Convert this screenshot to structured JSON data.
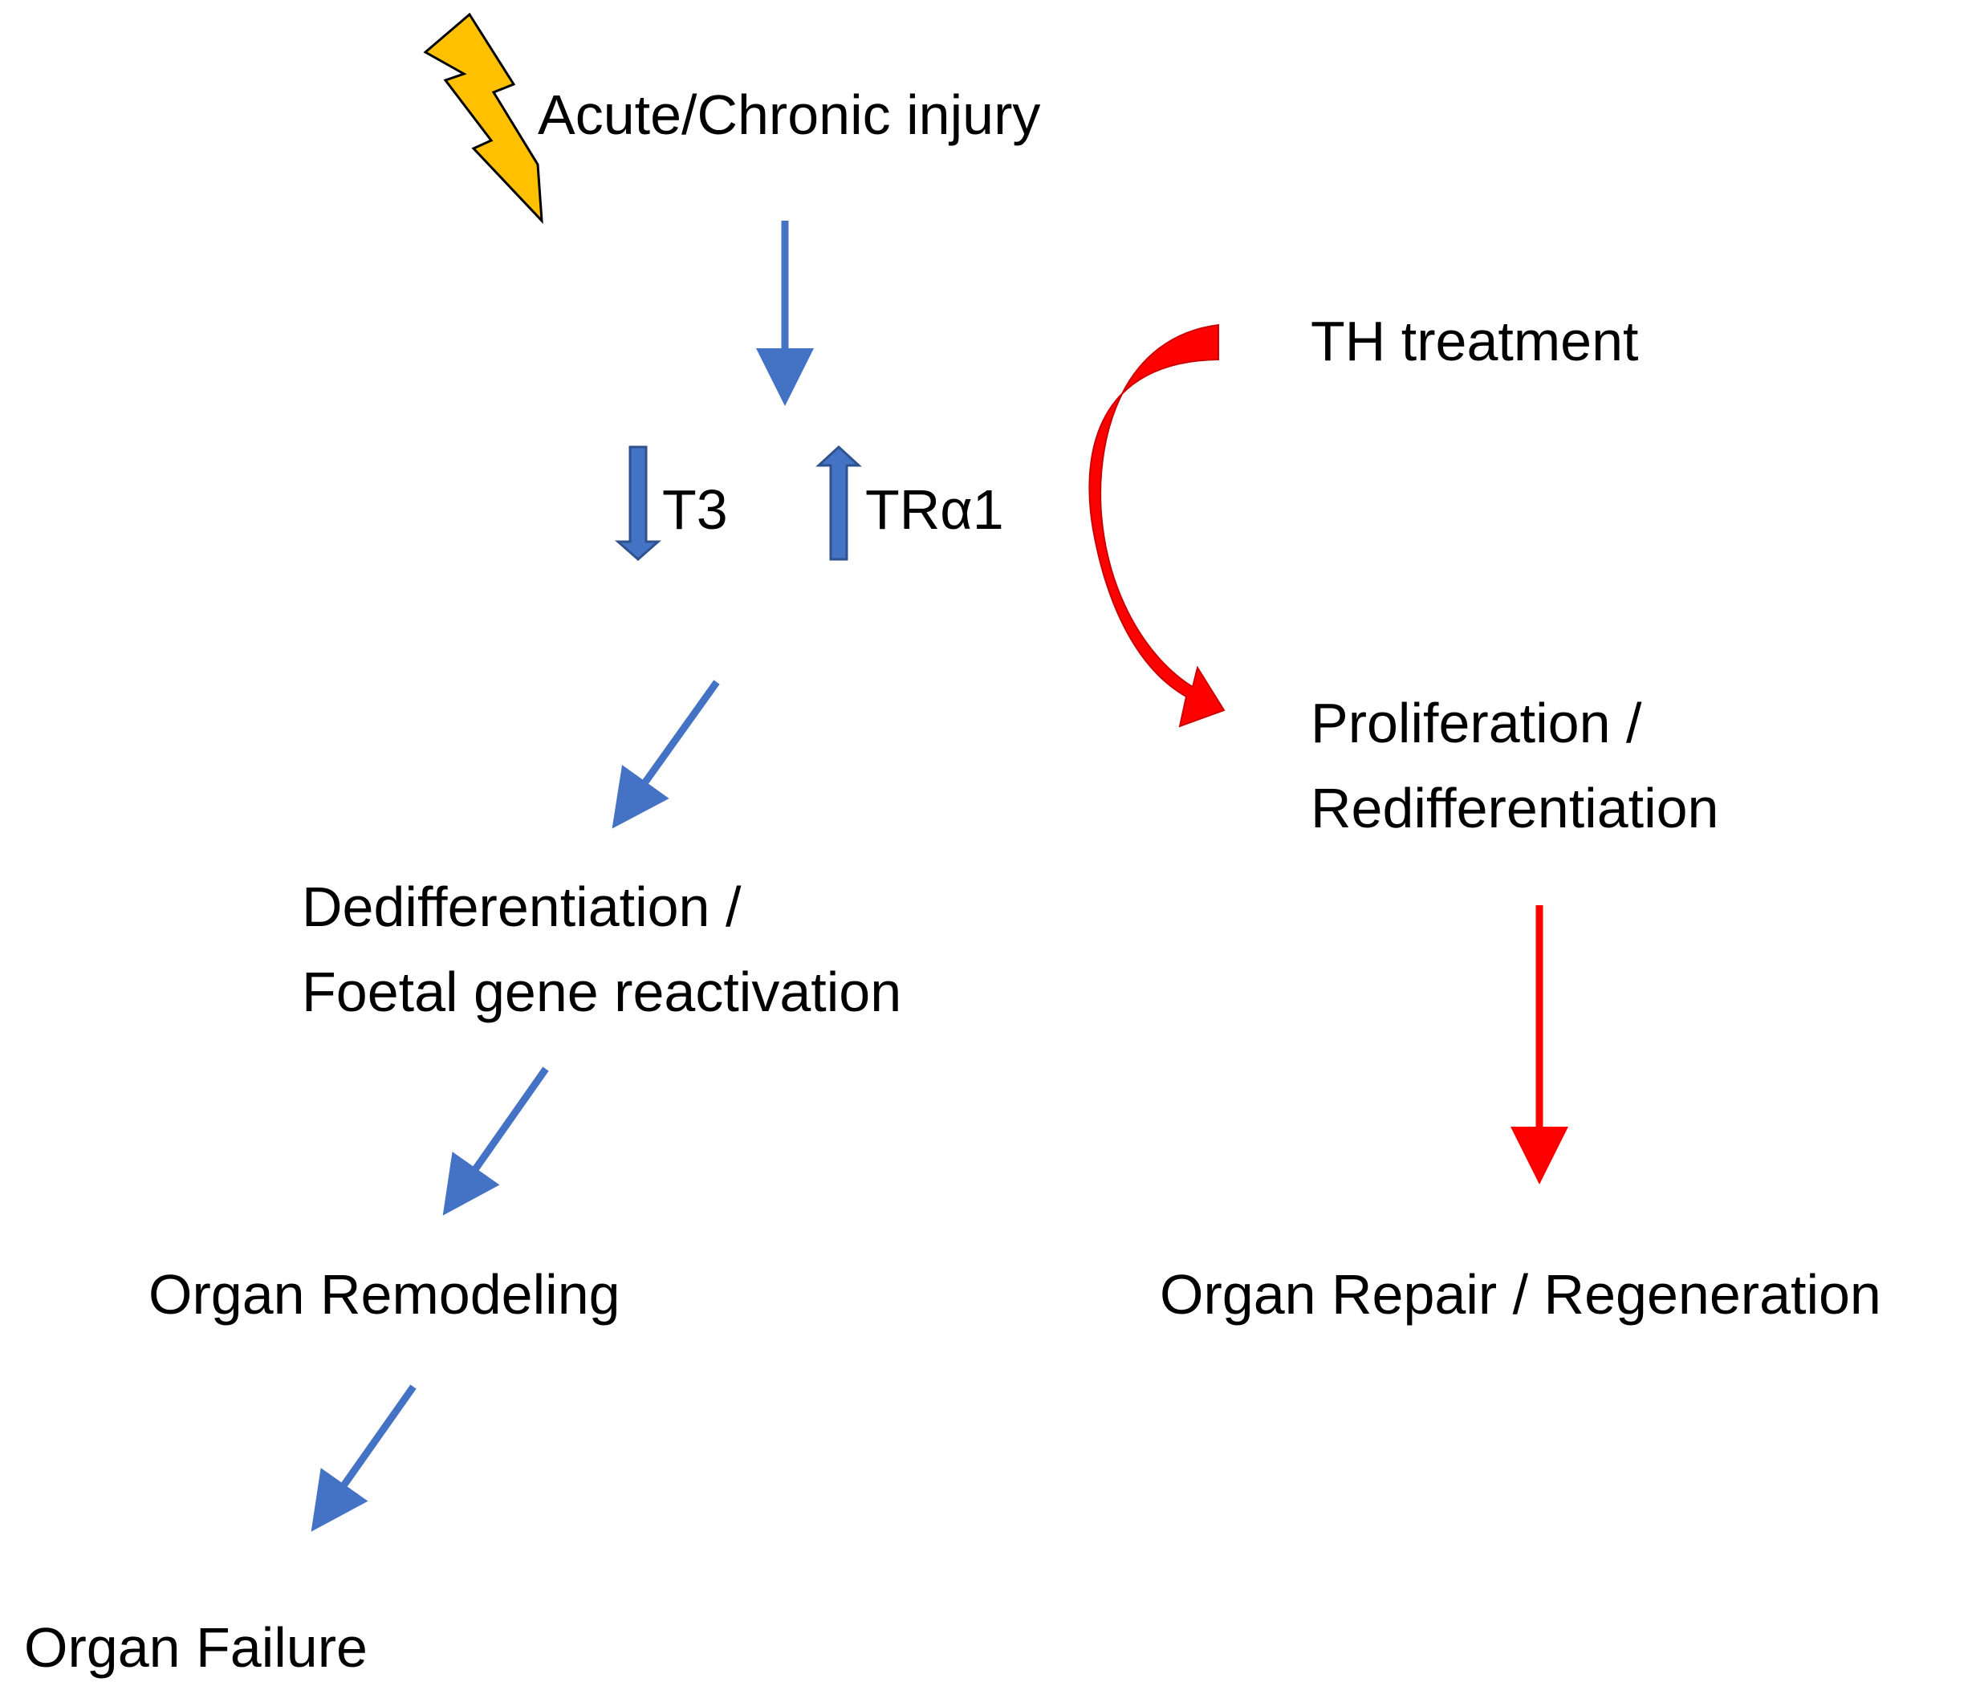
{
  "nodes": {
    "injury": "Acute/Chronic injury",
    "t3": "T3",
    "tra1": "TRα1",
    "treatment": "TH treatment",
    "proliferation_line1": "Proliferation /",
    "proliferation_line2": "Redifferentiation",
    "dediff_line1": "Dedifferentiation /",
    "dediff_line2": "Foetal gene reactivation",
    "remodeling": "Organ Remodeling",
    "repair": "Organ Repair / Regeneration",
    "failure": "Organ Failure"
  },
  "colors": {
    "blue": "#4472C4",
    "red": "#FF0000",
    "bolt_fill": "#FFC000",
    "bolt_stroke": "#000000",
    "text": "#000000"
  },
  "icons": {
    "injury": "lightning-bolt-icon",
    "t3": "down-arrow-icon",
    "tra1": "up-arrow-icon"
  }
}
